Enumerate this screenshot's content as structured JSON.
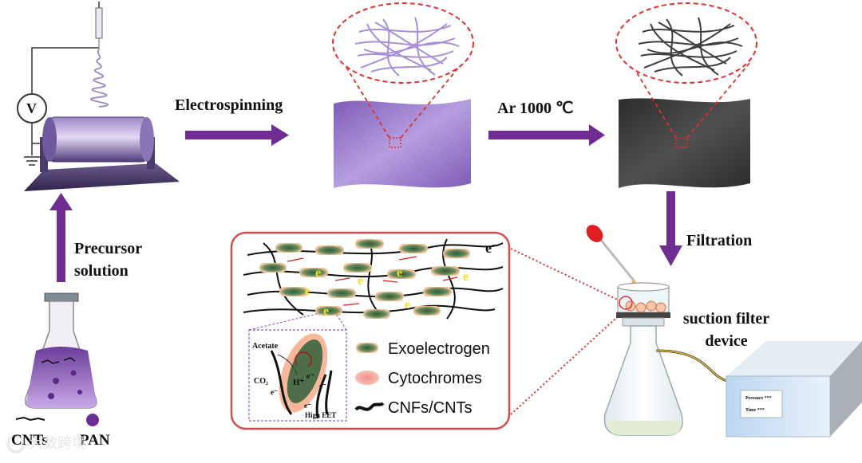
{
  "labels": {
    "electrospinning": "Electrospinning",
    "carbonization": "Ar 1000 ℃",
    "filtration": "Filtration",
    "precursor_line1": "Precursor",
    "precursor_line2": "solution",
    "suction_line1": "suction filter",
    "suction_line2": "device",
    "voltmeter": "V",
    "cnts": "CNTs",
    "pan": "PAN"
  },
  "biofilm": {
    "electron": "e",
    "electron_top": "e⁻",
    "acetate": "Acetate",
    "co2": "CO₂",
    "h_plus": "H⁺",
    "e_minus": "e⁻",
    "high_eet": "High EET"
  },
  "legend": [
    {
      "key": "exoelectrogen",
      "label": "Exoelectrogen"
    },
    {
      "key": "cytochromes",
      "label": "Cytochromes"
    },
    {
      "key": "cnfs_cnts",
      "label": "CNFs/CNTs"
    }
  ],
  "device": {
    "line1": "Pressure ***",
    "line2": "Time ***"
  },
  "watermark": "大数跨境",
  "colors": {
    "arrow": "#6f2d91",
    "purple_membrane": "#9b78c8",
    "carbon_membrane": "#3a3a3a",
    "callout": "#e03030",
    "panel_border": "#d84a4a"
  }
}
